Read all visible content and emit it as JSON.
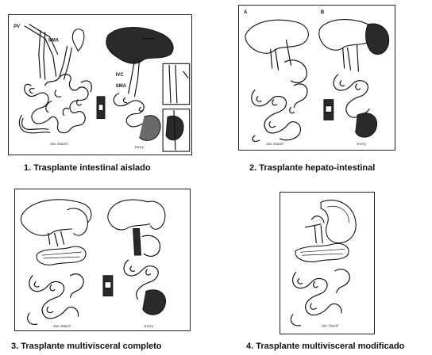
{
  "panels": [
    {
      "id": 1,
      "caption": "1. Trasplante intestinal aislado",
      "labels": {
        "pv": "PV",
        "sma": "SMA"
      }
    },
    {
      "id": 2,
      "caption": "2. Trasplante hepato-intestinal",
      "labels": {
        "a": "A",
        "b": "B"
      }
    },
    {
      "id": 3,
      "caption": "3. Trasplante multivisceral completo",
      "labels": {}
    },
    {
      "id": 4,
      "caption": "4. Trasplante multivisceral modificado",
      "labels": {}
    }
  ]
}
